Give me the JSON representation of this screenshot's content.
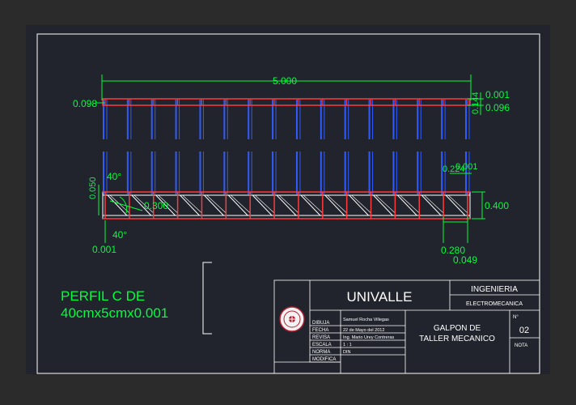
{
  "colors": {
    "background": "#2b2b2b",
    "sheet": "#21242c",
    "border": "#ffffff",
    "dimension": "#00ff3c",
    "chord": "#ff3b3b",
    "post": "#2f5bff",
    "web": "#ffffff",
    "titleblock": "#ffffff"
  },
  "dimensions": {
    "overall_length": "5.000",
    "top_left": "0.098",
    "top_right_a": "0.001",
    "top_right_b": "0.096",
    "top_right_vertical": "0.144",
    "mid_right_a": "0.224",
    "mid_right_b": "0.001",
    "angle_top": "40°",
    "vertical_left": "0.050",
    "inner_spacing": "0.300",
    "height_right": "0.400",
    "angle_bottom": "40°",
    "bottom_left": "0.001",
    "bottom_right_a": "0.280",
    "bottom_right_b": "0.049"
  },
  "profile_note": {
    "line1": "PERFIL C DE",
    "line2": "40cmx5cmx0.001"
  },
  "titleblock": {
    "institution": "UNIVALLE",
    "faculty": "INGENIERIA",
    "department": "ELECTROMECANICA",
    "labels": {
      "dibuja": "DIBUJA",
      "fecha": "FECHA",
      "revisa": "REVISA",
      "escala": "ESCALA",
      "norma": "NORMA",
      "modifica": "MODIFICA",
      "numero": "N°",
      "nota": "NOTA"
    },
    "values": {
      "dibuja": "Samuel Rocha Villegas",
      "fecha": "22 de Mayo del 2012",
      "revisa": "Ing. Mario Urey Contreras",
      "escala": "1 : 1",
      "norma": "DIN"
    },
    "drawing_title_1": "GALPON DE",
    "drawing_title_2": "TALLER MECANICO",
    "sheet_number": "02"
  }
}
